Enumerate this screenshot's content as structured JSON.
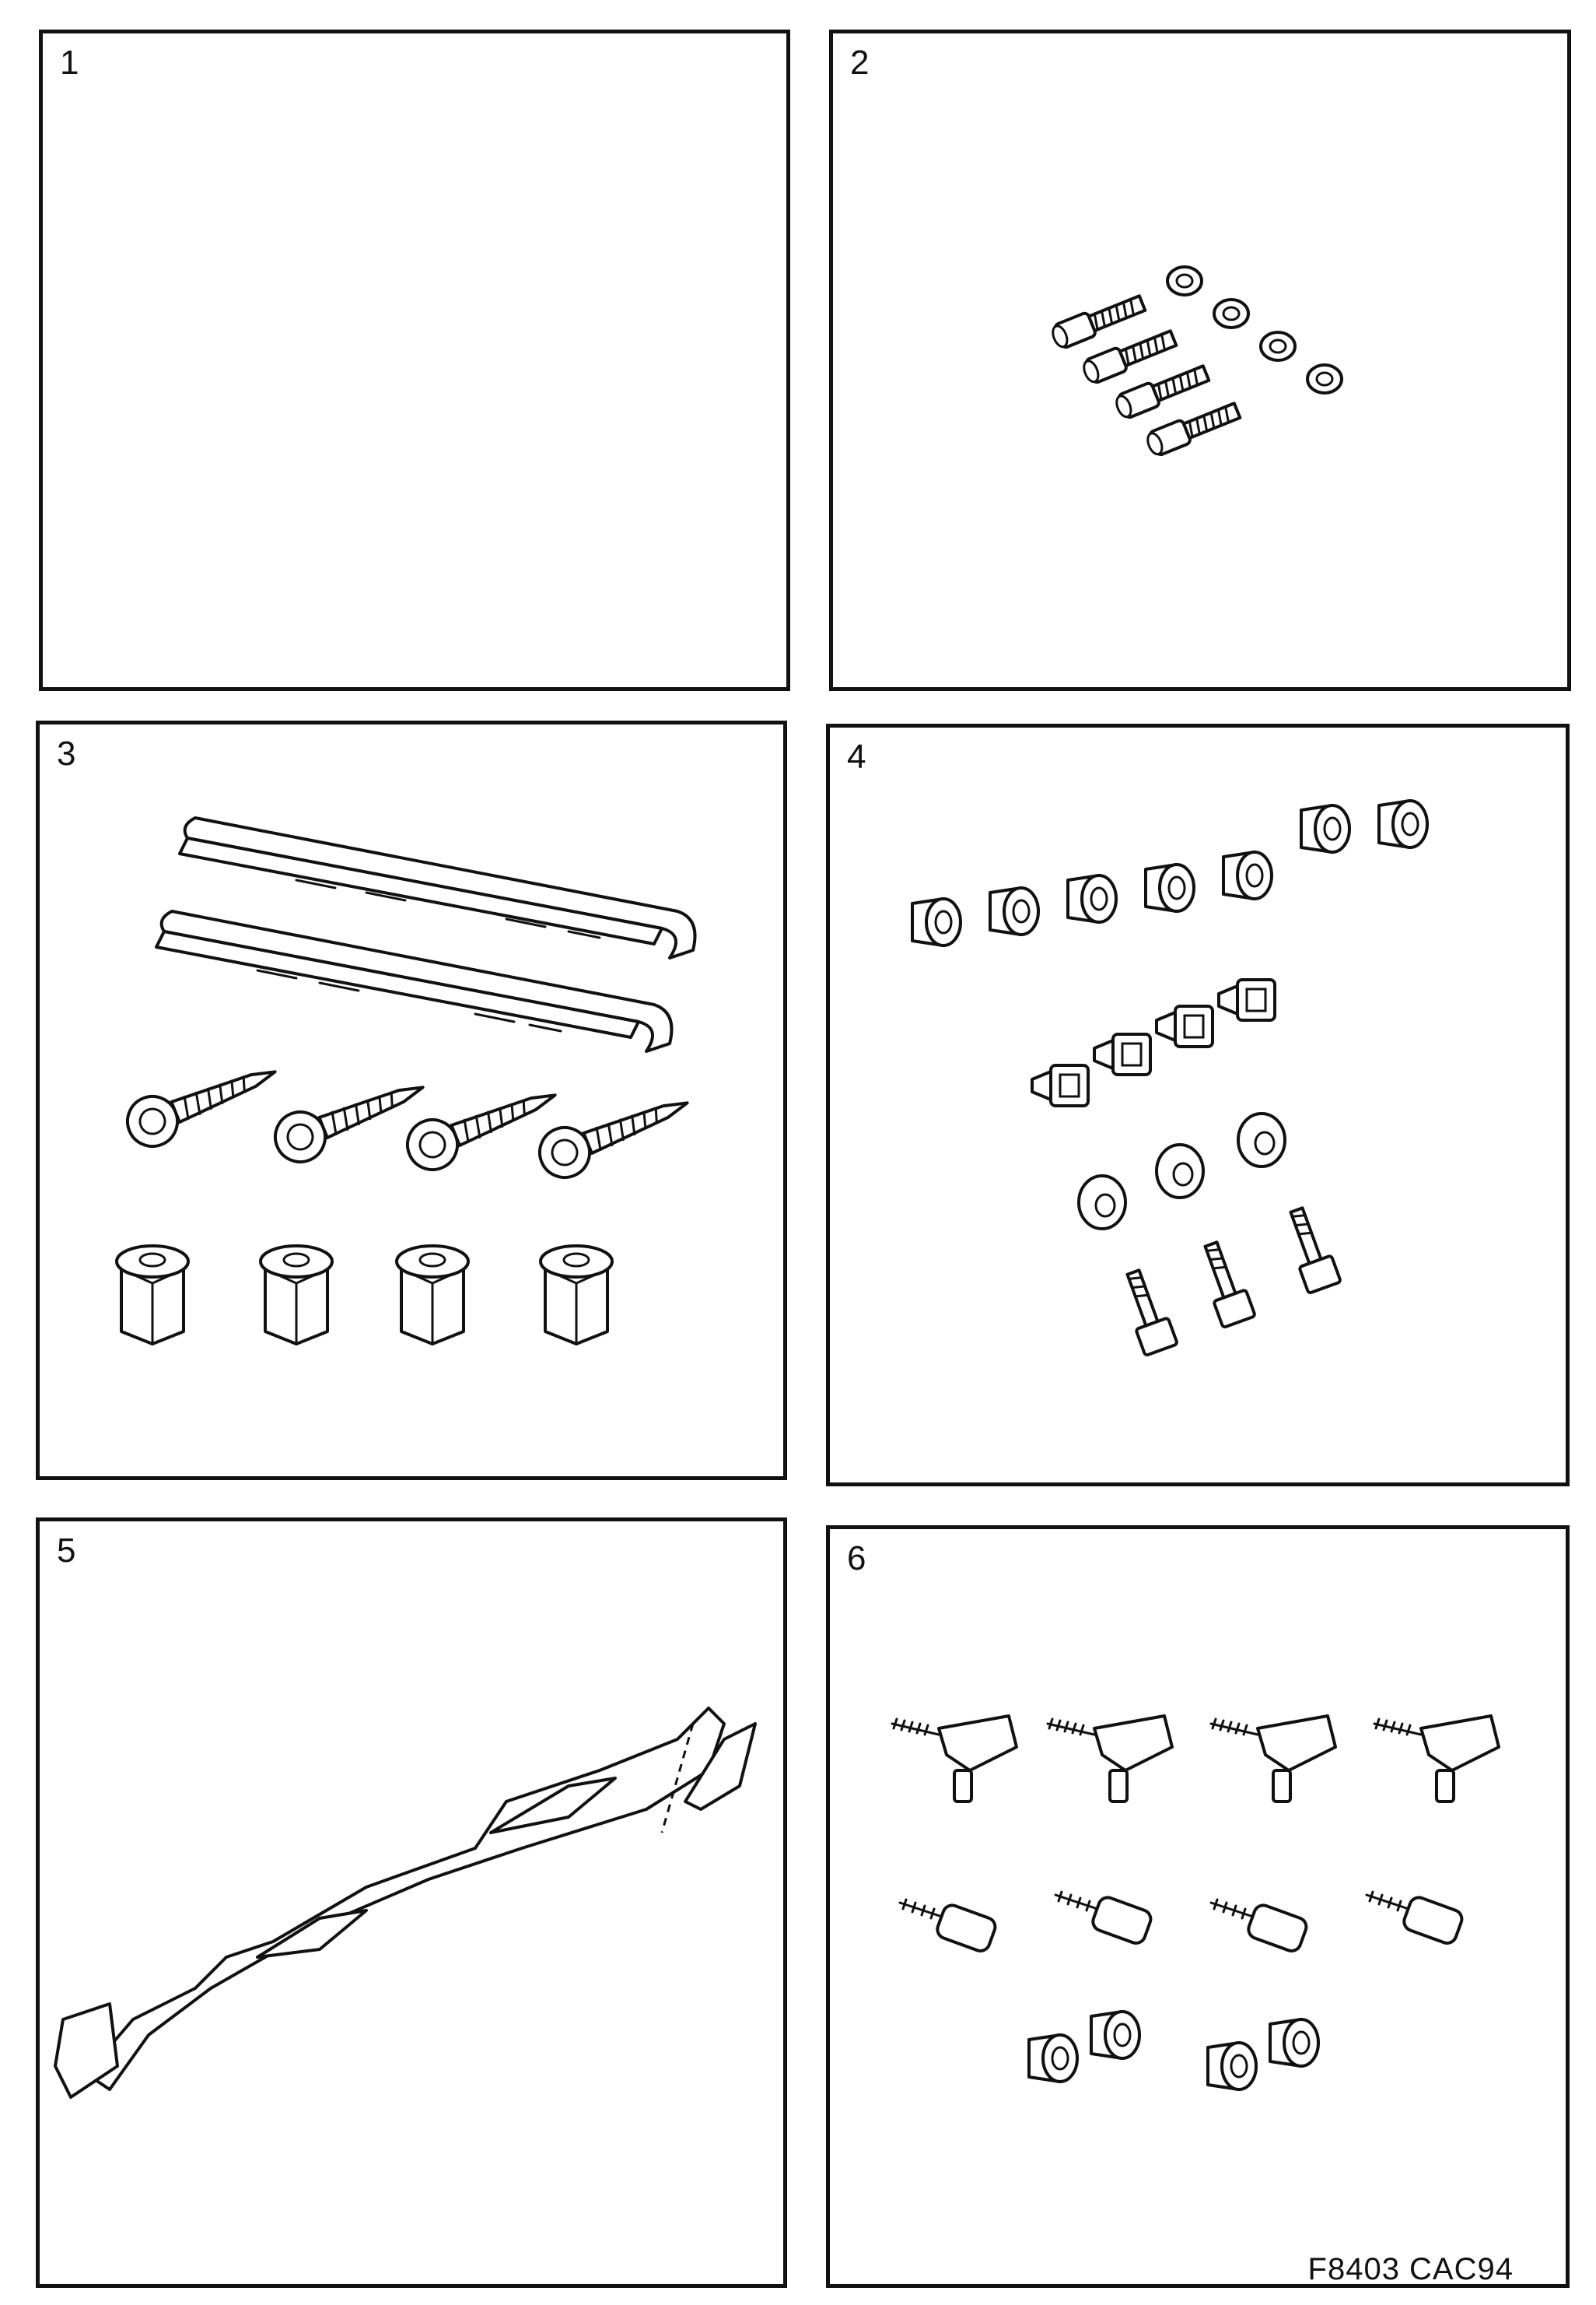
{
  "panels": [
    {
      "number": "1",
      "parts": []
    },
    {
      "number": "2",
      "parts": [
        "socket-head-bolt",
        "washer"
      ]
    },
    {
      "number": "3",
      "parts": [
        "channel-strip",
        "tapping-screw",
        "expanding-nut"
      ]
    },
    {
      "number": "4",
      "parts": [
        "bushing",
        "square-clip",
        "flanged-nut",
        "t-bolt"
      ]
    },
    {
      "number": "5",
      "parts": [
        "sill-moulding",
        "end-bracket"
      ]
    },
    {
      "number": "6",
      "parts": [
        "clip-bolt",
        "t-screw",
        "bushing"
      ]
    }
  ],
  "figure_code": "F8403 CAC94",
  "colors": {
    "line": "#111111",
    "background": "#ffffff"
  }
}
